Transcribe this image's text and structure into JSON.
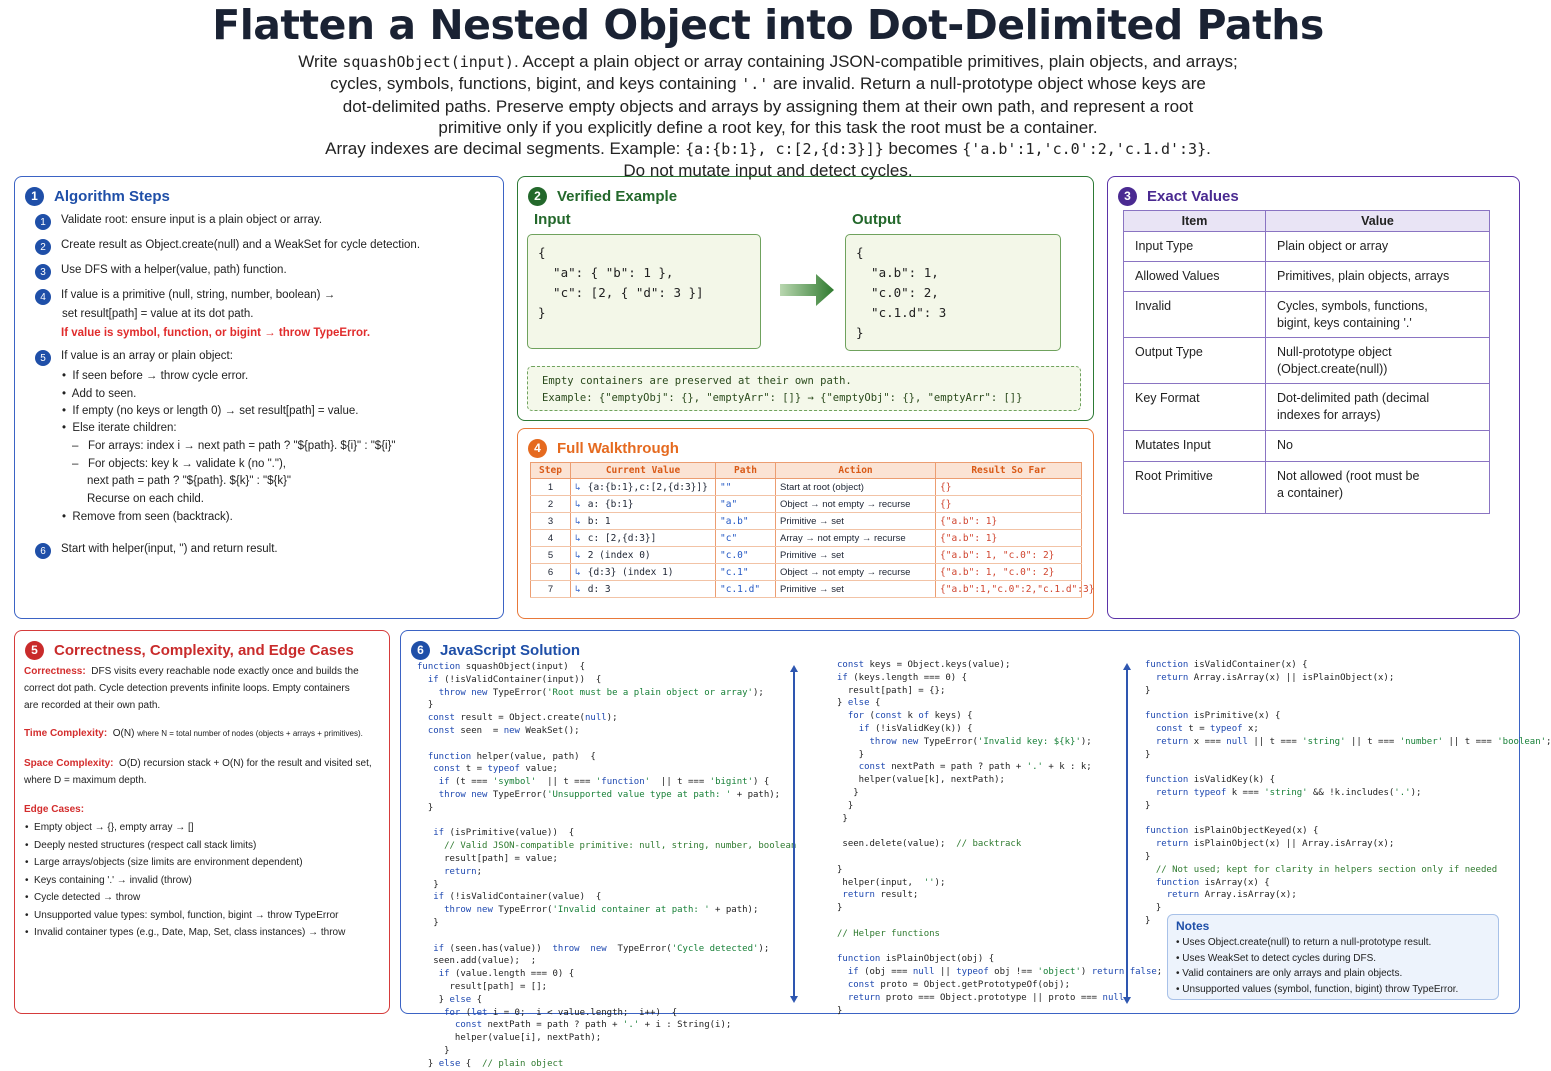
{
  "title": "Flatten a Nested Object into Dot-Delimited Paths",
  "intro": {
    "l1_a": "Write ",
    "l1_code": "squashObject(input)",
    "l1_b": ". Accept a plain object or array containing JSON-compatible primitives, plain objects, and arrays;",
    "l2_a": "cycles, symbols, functions, bigint, and keys containing ",
    "l2_code": "'.'",
    "l2_b": " are invalid. Return a null-prototype object whose keys are",
    "l3": "dot-delimited paths. Preserve empty objects and arrays by assigning them at their own path, and represent a root",
    "l4": "primitive only if you explicitly define a root key, for this task the root must be a container.",
    "l5_a": "Array indexes are decimal segments. Example: ",
    "l5_code1": "{a:{b:1}, c:[2,{d:3}]}",
    "l5_b": " becomes ",
    "l5_code2": "{'a.b':1,'c.0':2,'c.1.d':3}",
    "l5_c": ".",
    "l6": "Do not mutate input and detect cycles."
  },
  "algorithm": {
    "number": "1",
    "title": "Algorithm Steps",
    "step1": "Validate root: ensure input is a plain object or array.",
    "step2": "Create result as Object.create(null) and a WeakSet for cycle detection.",
    "step3": "Use DFS with a helper(value, path) function.",
    "step4_a": "If value is a primitive (null, string, number, boolean) →",
    "step4_b": "set result[path] = value at its dot path.",
    "step4_c": "If value is symbol, function, or bigint → throw TypeError.",
    "step5": "If value is an array or plain object:",
    "b1": "•  If seen before → throw cycle error.",
    "b2": "•  Add to seen.",
    "b3": "•  If empty (no keys or length 0) → set result[path] = value.",
    "b4": "•  Else iterate children:",
    "d1": "–   For arrays: index i → next path = path ? \"${path}. ${i}\" : \"${i}\"",
    "d2": "–   For objects: key k → validate k (no \".\"),",
    "d3": "next path = path ? \"${path}. ${k}\" : \"${k}\"",
    "d4": "Recurse on each child.",
    "b5": "•  Remove from seen (backtrack).",
    "step6": "Start with helper(input, '') and return result."
  },
  "example": {
    "number": "2",
    "title": "Verified Example",
    "input_label": "Input",
    "output_label": "Output",
    "input_code": "{\n  \"a\": { \"b\": 1 },\n  \"c\": [2, { \"d\": 3 }]\n}",
    "output_code": "{\n  \"a.b\": 1,\n  \"c.0\": 2,\n  \"c.1.d\": 3\n}",
    "note1": "Empty containers are preserved at their own path.",
    "note2": "Example: {\"emptyObj\": {}, \"emptyArr\": []} → {\"emptyObj\": {}, \"emptyArr\": []}"
  },
  "exact": {
    "number": "3",
    "title": "Exact Values",
    "col_item": "Item",
    "col_value": "Value",
    "rows": [
      {
        "k": "Input Type",
        "v1": "Plain object or array",
        "v2": ""
      },
      {
        "k": "Allowed Values",
        "v1": "Primitives, plain objects, arrays",
        "v2": ""
      },
      {
        "k": "Invalid",
        "v1": "Cycles, symbols, functions,",
        "v2": "bigint, keys containing '.'"
      },
      {
        "k": "Output Type",
        "v1": "Null-prototype object",
        "v2": "(Object.create(null))"
      },
      {
        "k": "Key Format",
        "v1": "Dot-delimited path (decimal",
        "v2": "indexes for arrays)"
      },
      {
        "k": "Mutates Input",
        "v1": "No",
        "v2": ""
      },
      {
        "k": "Root Primitive",
        "v1": "Not allowed (root must be",
        "v2": "a container)"
      }
    ]
  },
  "walkthrough": {
    "number": "4",
    "title": "Full Walkthrough",
    "headers": [
      "Step",
      "Current Value",
      "Path",
      "Action",
      "Result So Far"
    ],
    "rows": [
      [
        "1",
        "{a:{b:1},c:[2,{d:3}]}",
        "\"\"",
        "Start at root (object)",
        "{}"
      ],
      [
        "2",
        "a: {b:1}",
        "\"a\"",
        "Object → not empty → recurse",
        "{}"
      ],
      [
        "3",
        "b: 1",
        "\"a.b\"",
        "Primitive → set",
        "{\"a.b\": 1}"
      ],
      [
        "4",
        "c: [2,{d:3}]",
        "\"c\"",
        "Array → not empty → recurse",
        "{\"a.b\": 1}"
      ],
      [
        "5",
        "2 (index 0)",
        "\"c.0\"",
        "Primitive → set",
        "{\"a.b\": 1, \"c.0\": 2}"
      ],
      [
        "6",
        "{d:3} (index 1)",
        "\"c.1\"",
        "Object → not empty → recurse",
        "{\"a.b\": 1, \"c.0\": 2}"
      ],
      [
        "7",
        "d: 3",
        "\"c.1.d\"",
        "Primitive → set",
        "{\"a.b\":1,\"c.0\":2,\"c.1.d\":3}"
      ]
    ]
  },
  "correctness": {
    "number": "5",
    "title": "Correctness, Complexity, and Edge Cases",
    "c_label": "Correctness:",
    "c1": "DFS visits every reachable node exactly once and builds the",
    "c2": "correct dot path. Cycle detection prevents infinite loops. Empty containers",
    "c3": "are recorded at their own path.",
    "t_label": "Time Complexity:",
    "t1": "O(N)",
    "t2": "where N = total number of nodes (objects + arrays + primitives).",
    "s_label": "Space Complexity:",
    "s1": "O(D) recursion stack + O(N) for the result and visited set,",
    "s2": "where D = maximum depth.",
    "e_label": "Edge Cases:",
    "edges": [
      "•  Empty object → {}, empty array → []",
      "•  Deeply nested structures (respect call stack limits)",
      "•  Large arrays/objects (size limits are environment dependent)",
      "•  Keys containing '.' → invalid (throw)",
      "•  Cycle detected → throw",
      "•  Unsupported value types: symbol, function, bigint → throw TypeError",
      "•  Invalid container types (e.g., Date, Map, Set, class instances) → throw"
    ]
  },
  "solution": {
    "number": "6",
    "title": "JavaScript Solution",
    "col1": "function squashObject(input)  {\n  if (!isValidContainer(input))  {\n    throw new TypeError('Root must be a plain object or array');\n  }\n  const result = Object.create(null);\n  const seen  = new WeakSet();\n\n  function helper(value, path)  {\n   const t = typeof value;\n    if (t === 'symbol'  || t === 'function'  || t === 'bigint') {\n    throw new TypeError('Unsupported value type at path: ' + path);\n  }\n\n   if (isPrimitive(value))  {\n     // Valid JSON-compatible primitive: null, string, number, boolean\n     result[path] = value;\n     return;\n   }\n   if (!isValidContainer(value)  {\n     throw new TypeError('Invalid container at path: ' + path);\n   }\n\n   if (seen.has(value))  throw  new  TypeError('Cycle detected');\n   seen.add(value);  ;\n    if (value.length === 0) {\n      result[path] = [];\n    } else {\n     for (let i = 0;  i < value.length;  i++)  {\n       const nextPath = path ? path + '.' + i : String(i);\n       helper(value[i], nextPath);\n     }\n  } else {  // plain object",
    "col2": "const keys = Object.keys(value);\nif (keys.length === 0) {\n  result[path] = {};\n} else {\n  for (const k of keys) {\n    if (!isValidKey(k)) {\n      throw new TypeError('Invalid key: ${k}');\n    }\n    const nextPath = path ? path + '.' + k : k;\n    helper(value[k], nextPath);\n   }\n  }\n }\n\n seen.delete(value);  // backtrack\n\n}\n helper(input,  '');\n return result;\n}\n\n// Helper functions\n\nfunction isPlainObject(obj) {\n  if (obj === null || typeof obj !== 'object') return false;\n  const proto = Object.getPrototypeOf(obj);\n  return proto === Object.prototype || proto === null;\n}",
    "col3": "function isValidContainer(x) {\n  return Array.isArray(x) || isPlainObject(x);\n}\n\nfunction isPrimitive(x) {\n  const t = typeof x;\n  return x === null || t === 'string' || t === 'number' || t === 'boolean';\n}\n\nfunction isValidKey(k) {\n  return typeof k === 'string' && !k.includes('.');\n}\n\nfunction isPlainObjectKeyed(x) {\n  return isPlainObject(x) || Array.isArray(x);\n}\n  // Not used; kept for clarity in helpers section only if needed\n  function isArray(x) {\n    return Array.isArray(x);\n  }\n}",
    "notes_title": "Notes",
    "notes": [
      "•  Uses Object.create(null) to return a null-prototype result.",
      "•  Uses WeakSet to detect cycles during DFS.",
      "•  Valid containers are only arrays and plain objects.",
      "•  Unsupported values (symbol, function, bigint) throw TypeError."
    ]
  }
}
